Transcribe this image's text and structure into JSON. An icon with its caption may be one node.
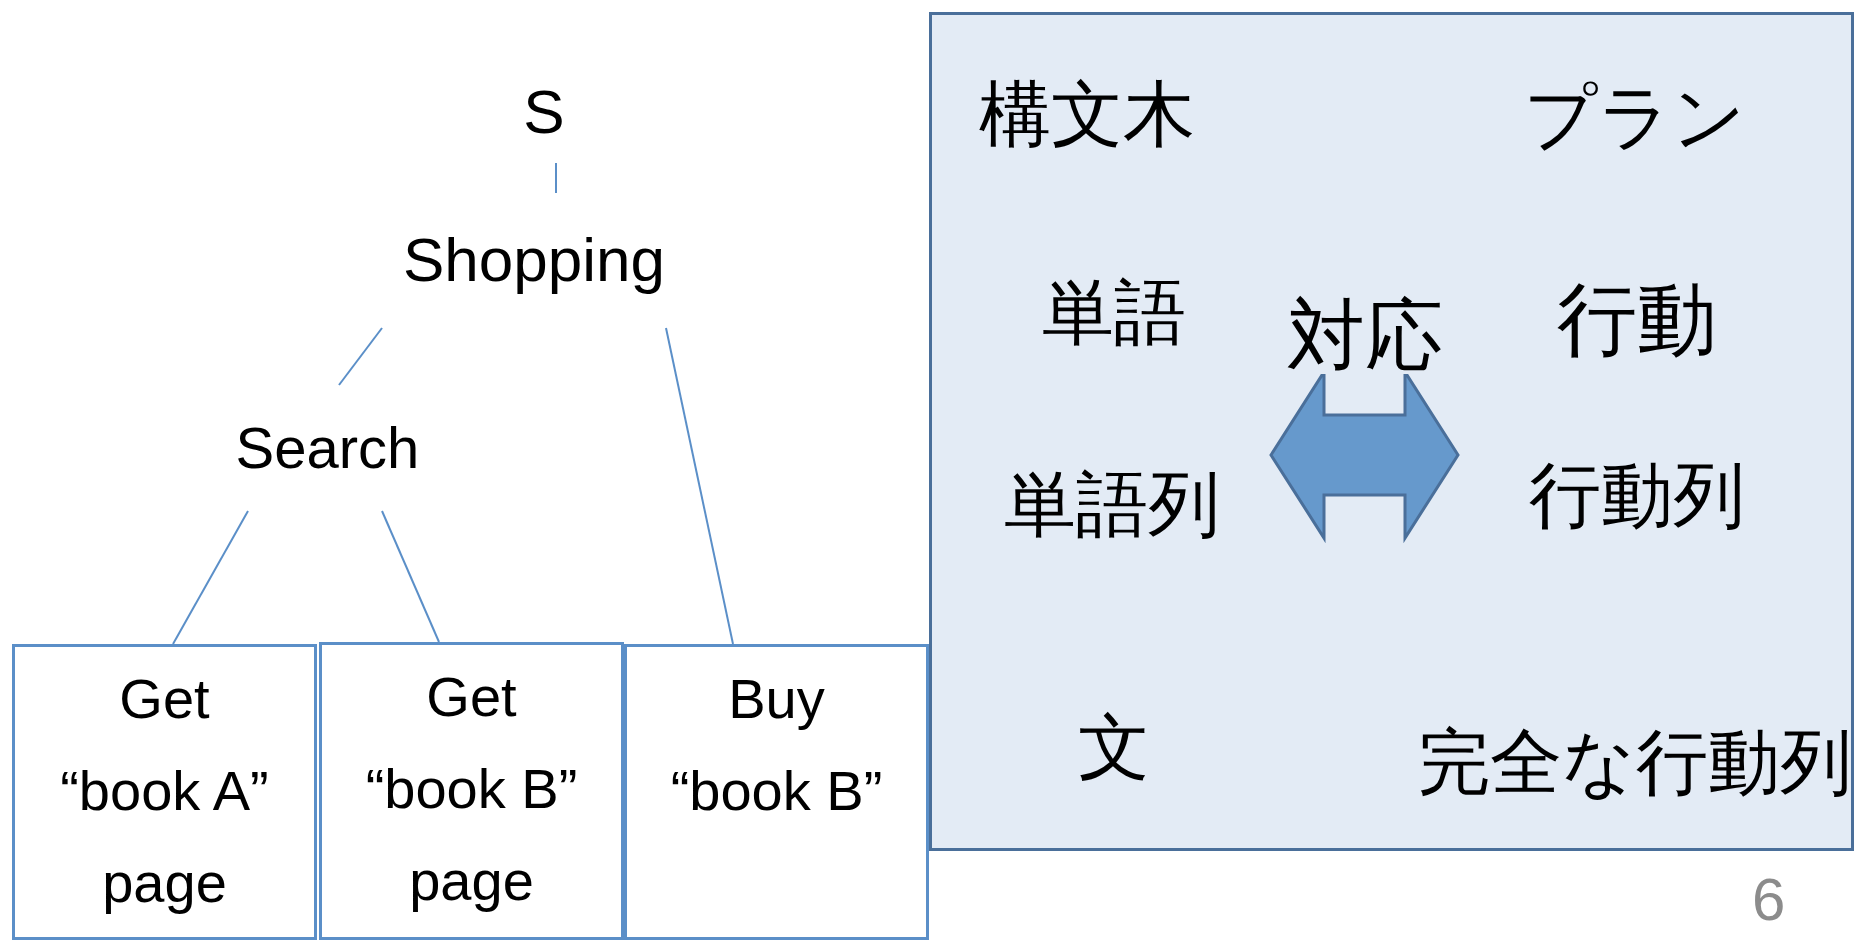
{
  "diagram": {
    "nodes": [
      {
        "text": [
          "S"
        ]
      },
      {
        "text": [
          "Shopping"
        ]
      },
      {
        "text": [
          "Search"
        ]
      },
      {
        "text": [
          "Get “book A” page"
        ]
      },
      {
        "text": [
          "Get “book B” page"
        ]
      },
      {
        "text": [
          "Buy “book B”"
        ]
      },
      {
        "text": [],
        "shape": "box"
      },
      {
        "text": [
          "構文木"
        ],
        "in": 6
      },
      {
        "text": [
          "プラン"
        ],
        "in": 6
      },
      {
        "text": [
          "単語"
        ],
        "in": 6
      },
      {
        "text": [
          "行動"
        ],
        "in": 6
      },
      {
        "text": [
          "単語列"
        ],
        "in": 6
      },
      {
        "text": [
          "行動列"
        ],
        "in": 6
      },
      {
        "text": [
          "文"
        ],
        "in": 6
      },
      {
        "text": [
          "完全な行動列"
        ],
        "in": 6
      }
    ],
    "edges": [
      {
        "from": 0,
        "to": 1,
        "arrow": "none"
      },
      {
        "from": 1,
        "to": 2,
        "arrow": "none"
      },
      {
        "from": 1,
        "to": 5,
        "arrow": "none"
      },
      {
        "from": 2,
        "to": 3,
        "arrow": "none"
      },
      {
        "from": 2,
        "to": 4,
        "arrow": "none"
      },
      {
        "from": 11,
        "to": 12,
        "arrow": "both",
        "label": "対応",
        "style": "thick"
      }
    ],
    "labels": [
      "6"
    ]
  }
}
